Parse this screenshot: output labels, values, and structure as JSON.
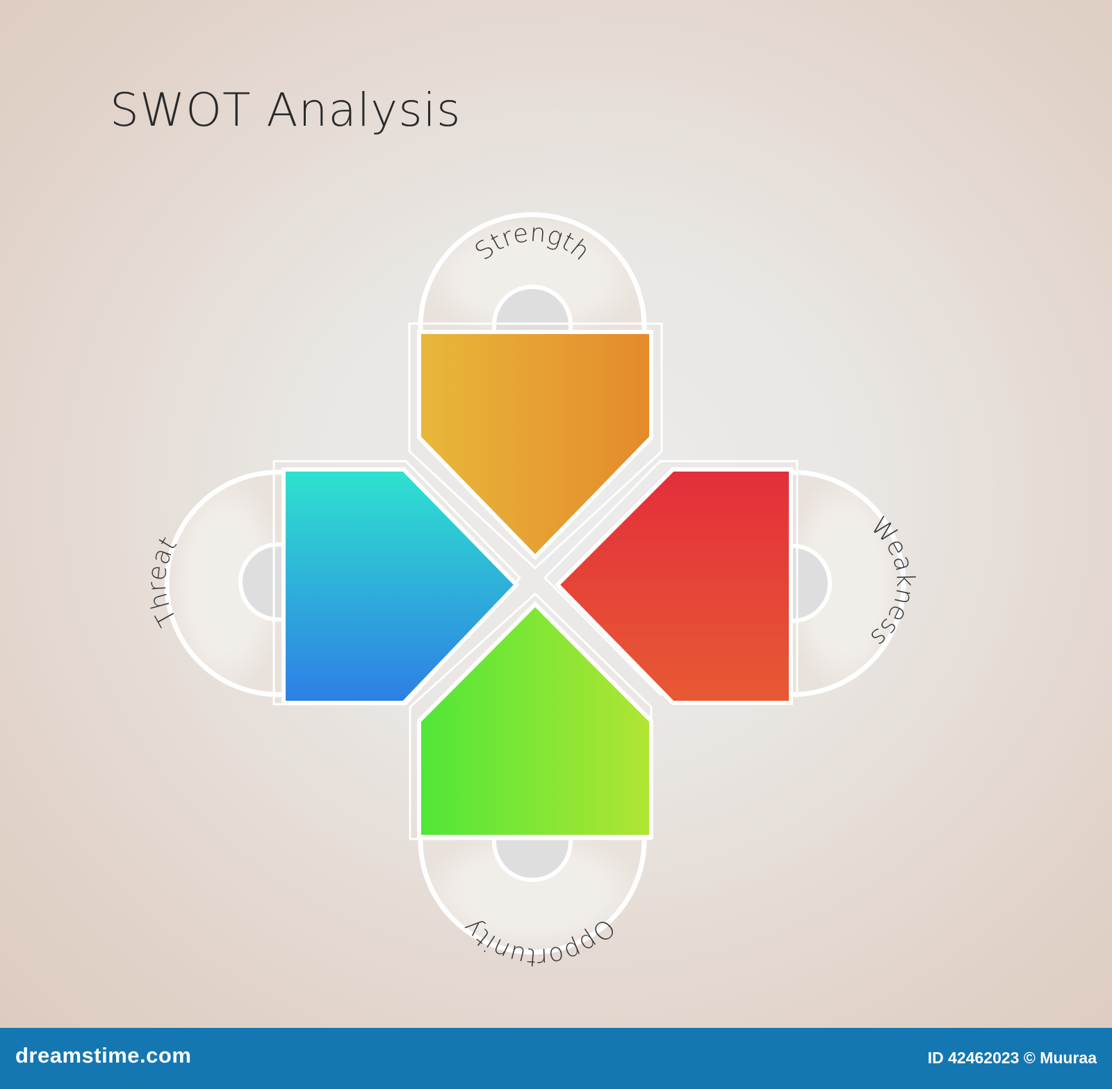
{
  "title": "SWOT Analysis",
  "quadrants": [
    {
      "key": "strength",
      "label": "Strength",
      "colors": [
        "#e8b83a",
        "#e48a2c"
      ]
    },
    {
      "key": "weakness",
      "label": "Weakness",
      "colors": [
        "#e32e3a",
        "#e75a34"
      ]
    },
    {
      "key": "opportunity",
      "label": "Opportunity",
      "colors": [
        "#50e638",
        "#b2e533"
      ]
    },
    {
      "key": "threat",
      "label": "Threat",
      "colors": [
        "#2ee3cf",
        "#2e7ee4"
      ]
    }
  ],
  "footer": {
    "site": "dreamstime.com",
    "credit": "ID 42462023 © Muuraa",
    "color": "#1577b2"
  }
}
